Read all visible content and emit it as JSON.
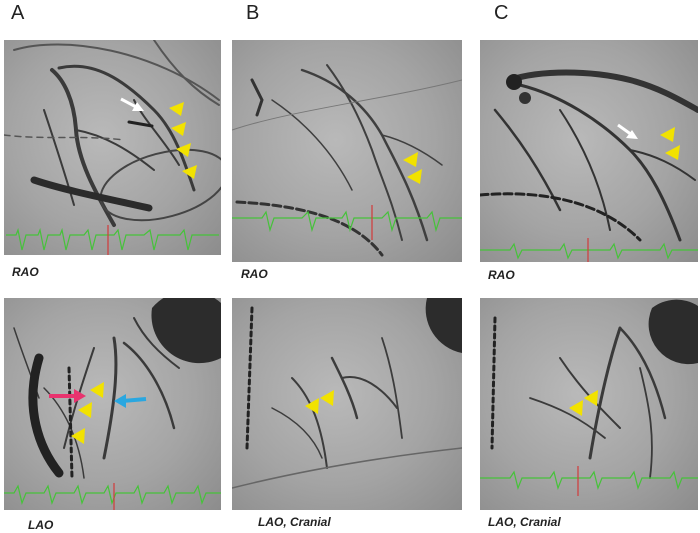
{
  "columns": [
    {
      "label": "A"
    },
    {
      "label": "B"
    },
    {
      "label": "C"
    }
  ],
  "panels": [
    {
      "id": "A-top",
      "view": "RAO"
    },
    {
      "id": "B-top",
      "view": "RAO"
    },
    {
      "id": "C-top",
      "view": "RAO"
    },
    {
      "id": "A-bottom",
      "view": "LAO"
    },
    {
      "id": "B-bottom",
      "view": "LAO, Cranial"
    },
    {
      "id": "C-bottom",
      "view": "LAO, Cranial"
    }
  ],
  "colors": {
    "arrowhead": "#f2e200",
    "white_arrow": "#ffffff",
    "pink_arrow": "#e8336e",
    "blue_arrow": "#2aa7e0",
    "ecg_trace": "#46c23a",
    "ecg_marker": "#d23a3a",
    "vessel": "#3a3a3a"
  }
}
